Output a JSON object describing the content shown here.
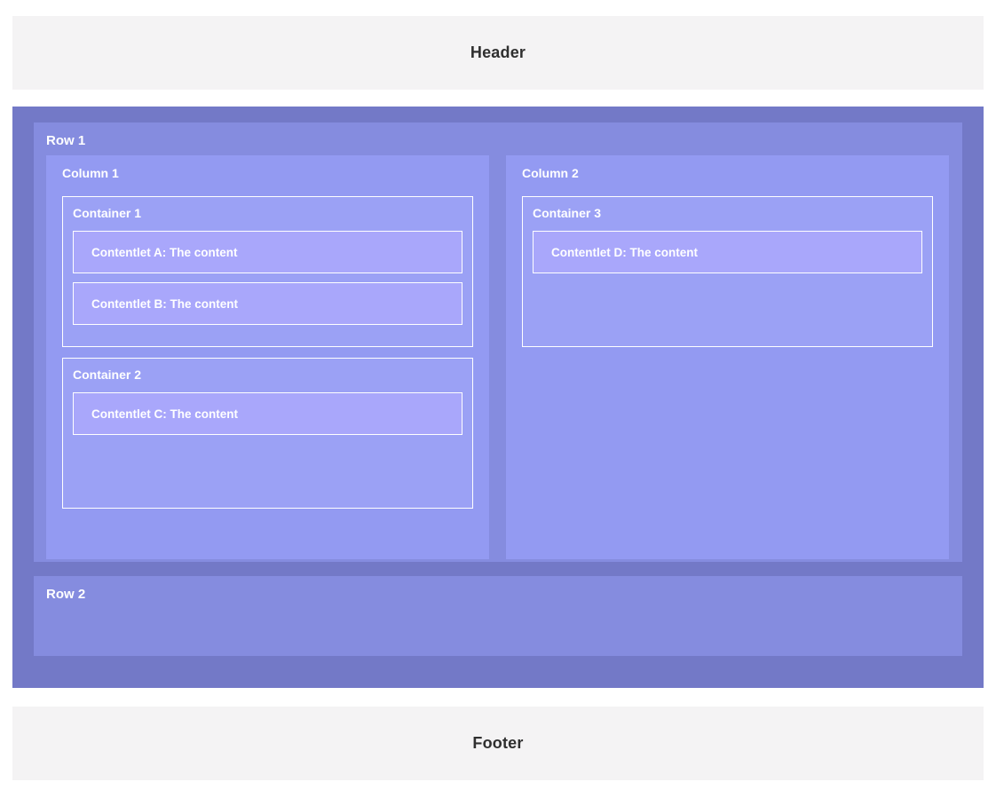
{
  "header": {
    "label": "Header"
  },
  "footer": {
    "label": "Footer"
  },
  "body": {
    "rows": [
      {
        "label": "Row 1",
        "columns": [
          {
            "label": "Column 1",
            "containers": [
              {
                "label": "Container 1",
                "contentlets": [
                  {
                    "label": "Contentlet A: The content"
                  },
                  {
                    "label": "Contentlet B: The content"
                  }
                ]
              },
              {
                "label": "Container 2",
                "contentlets": [
                  {
                    "label": "Contentlet C: The content"
                  }
                ]
              }
            ]
          },
          {
            "label": "Column 2",
            "containers": [
              {
                "label": "Container 3",
                "contentlets": [
                  {
                    "label": "Contentlet D: The content"
                  }
                ]
              }
            ]
          }
        ]
      },
      {
        "label": "Row 2",
        "columns": []
      }
    ]
  },
  "colors": {
    "band_background": "#f4f3f4",
    "band_text": "#2f2f2f",
    "body_purple": "#7379c7",
    "row_purple": "#858cdf",
    "column_purple": "#939af2",
    "container_purple": "#9ba1f5",
    "contentlet_purple": "#a9a7fb",
    "border_white": "#ffffff",
    "label_text": "#ffffff"
  }
}
